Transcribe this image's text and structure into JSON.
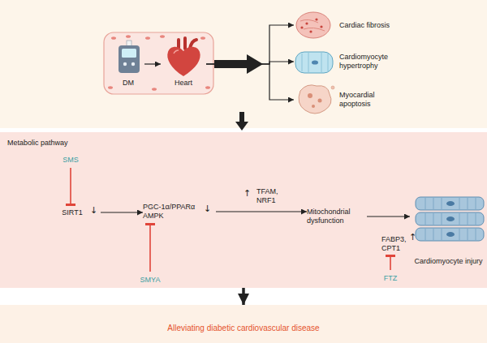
{
  "diagram": {
    "nodes": [
      {
        "text": [
          "DM"
        ]
      },
      {
        "text": [
          "Heart"
        ]
      },
      {
        "text": [
          "Cardiac fibrosis"
        ]
      },
      {
        "text": [
          "Cardiomyocyte hypertrophy"
        ]
      },
      {
        "text": [
          "Myocardial apoptosis"
        ]
      },
      {
        "text": [
          "Metabolic pathway"
        ]
      },
      {
        "text": [
          "SMS"
        ],
        "in": 5
      },
      {
        "text": [
          "SIRT1"
        ],
        "in": 5
      },
      {
        "text": [
          "PGC-1α/PPARα AMPK"
        ],
        "in": 5
      },
      {
        "text": [
          "SMYA"
        ],
        "in": 5
      },
      {
        "text": [
          "Mitochondrial dysfunction"
        ],
        "in": 5
      },
      {
        "text": [
          "FABP3, CPT1"
        ],
        "in": 5
      },
      {
        "text": [
          "FTZ"
        ],
        "in": 5
      },
      {
        "text": [
          "Cardiomyocyte injury"
        ],
        "in": 5
      },
      {
        "text": [
          "Alleviating diabetic cardiovascular disease"
        ]
      }
    ],
    "edges": [
      {
        "from": 0,
        "to": 1,
        "arrow": "to"
      },
      {
        "from": 1,
        "to": 2,
        "arrow": "to"
      },
      {
        "from": 1,
        "to": 3,
        "arrow": "to"
      },
      {
        "from": 1,
        "to": 4,
        "arrow": "to"
      },
      {
        "from": 6,
        "to": 7,
        "arrow": "to"
      },
      {
        "from": 7,
        "to": 8,
        "arrow": "to"
      },
      {
        "from": 9,
        "to": 8,
        "arrow": "to"
      },
      {
        "from": 8,
        "to": 10,
        "label": "TFAM, NRF1",
        "arrow": "to"
      },
      {
        "from": 10,
        "to": 13,
        "arrow": "to"
      },
      {
        "from": 12,
        "to": 11,
        "arrow": "to"
      },
      {
        "from": 5,
        "to": 14,
        "arrow": "to"
      }
    ],
    "labels": [
      "↓",
      "↓",
      "↑",
      "↑"
    ]
  }
}
